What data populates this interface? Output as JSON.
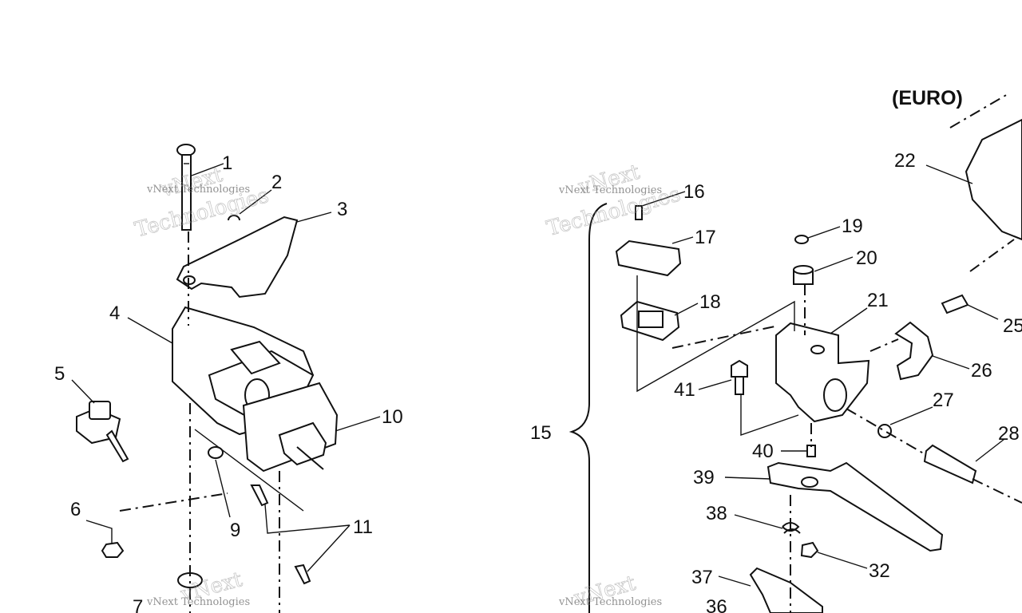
{
  "diagram": {
    "variant_label": "(EURO)",
    "watermark": {
      "line1": "vNext",
      "line2": "Technologies",
      "small": "vNext Technologies"
    },
    "callouts": [
      "1",
      "2",
      "3",
      "4",
      "5",
      "6",
      "7",
      "9",
      "10",
      "11",
      "15",
      "16",
      "17",
      "18",
      "19",
      "20",
      "21",
      "22",
      "25",
      "26",
      "27",
      "28",
      "32",
      "36",
      "37",
      "38",
      "39",
      "40",
      "41"
    ]
  }
}
